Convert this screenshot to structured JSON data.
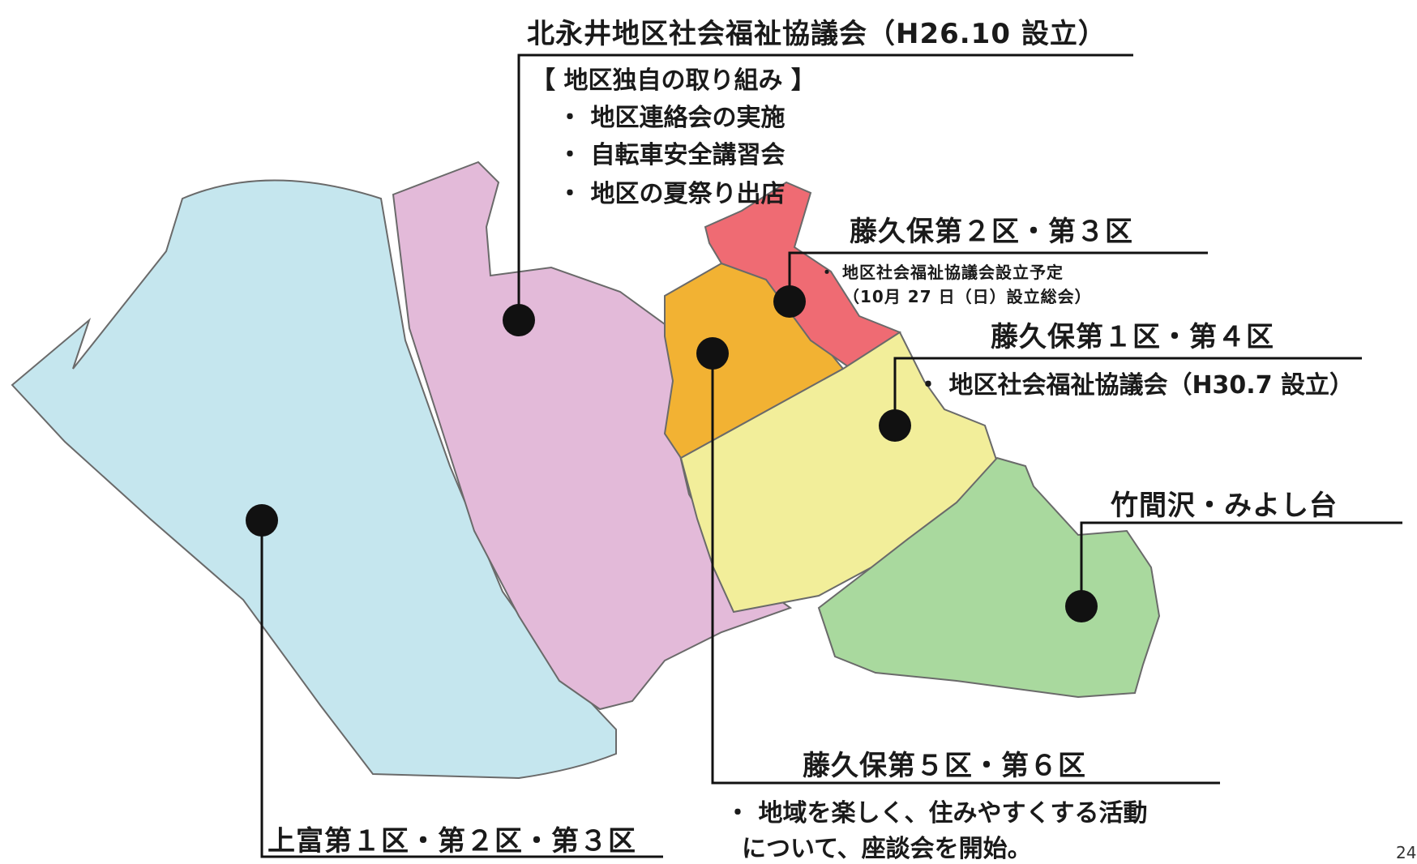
{
  "regions": {
    "kitanagai": {
      "title": "北永井地区社会福祉協議会（H26.10 設立）",
      "subheading": "【 地区独自の取り組み 】",
      "items": [
        "・ 地区連絡会の実施",
        "・ 自転車安全講習会",
        "・ 地区の夏祭り出店"
      ],
      "color": "#e3bad9"
    },
    "fujikubo23": {
      "title": "藤久保第２区・第３区",
      "note_line1": "・ 地区社会福祉協議会設立予定",
      "note_line2": "（10月 27 日（日）設立総会）",
      "color": "#ef6b73"
    },
    "fujikubo14": {
      "title": "藤久保第１区・第４区",
      "note": "・ 地区社会福祉協議会（H30.7 設立）",
      "color": "#f2ee9a"
    },
    "takemazawa": {
      "title": "竹間沢・みよし台",
      "color": "#a9d99e"
    },
    "fujikubo56": {
      "title": "藤久保第５区・第６区",
      "note_line1": "・ 地域を楽しく、住みやすくする活動",
      "note_line2": "について、座談会を開始。",
      "color": "#f2b233"
    },
    "kamitome": {
      "title": "上富第１区・第２区・第３区",
      "color": "#c5e6ee"
    }
  },
  "page_number": "24"
}
